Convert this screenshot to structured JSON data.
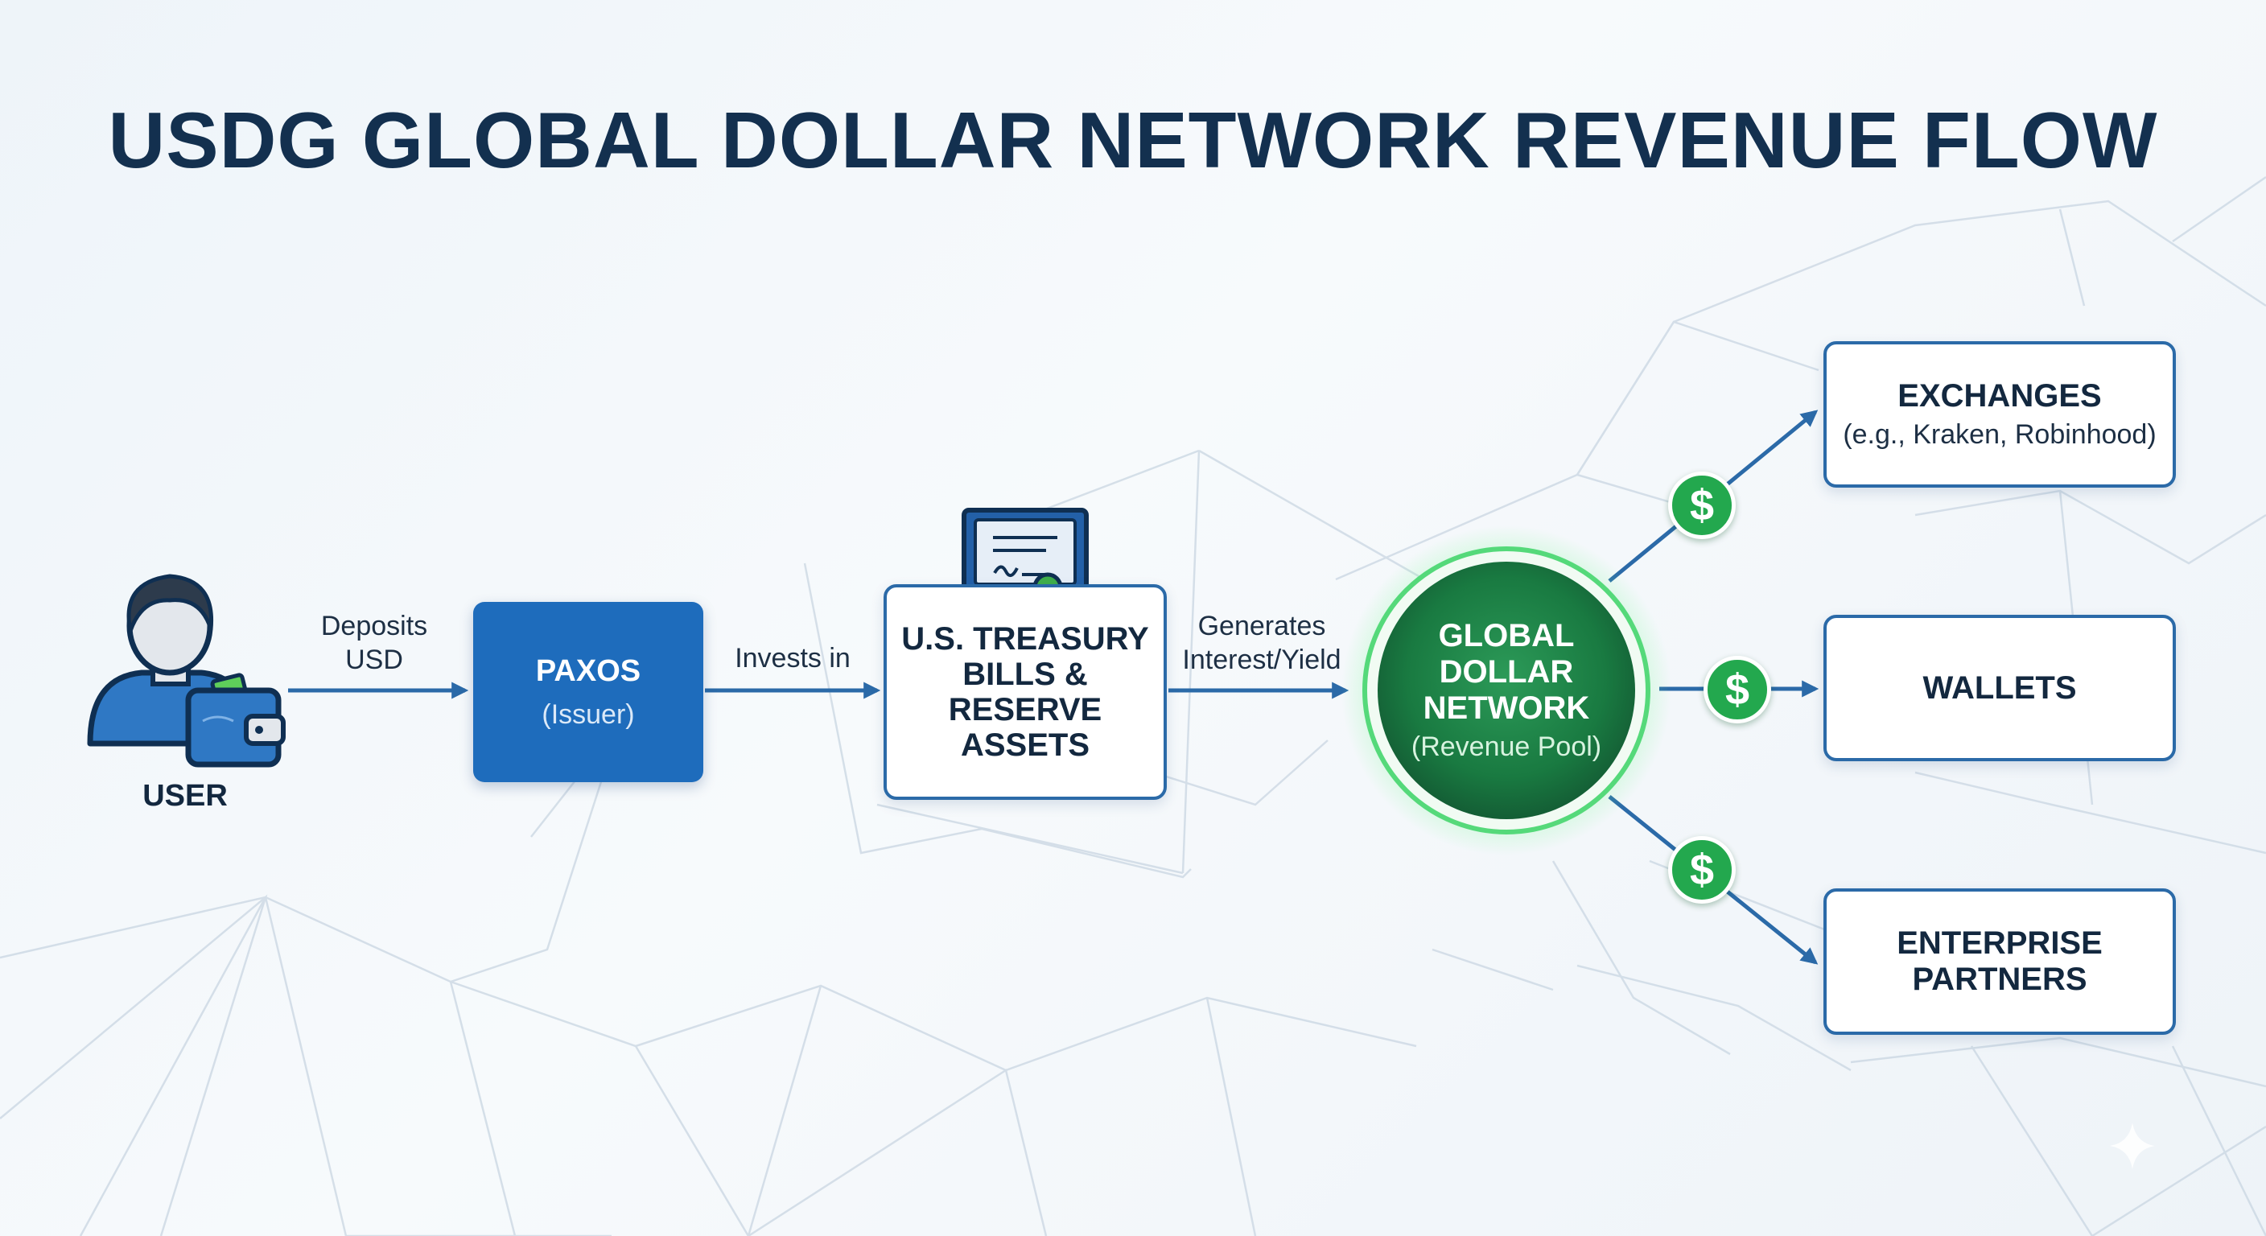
{
  "title": "USDG GLOBAL DOLLAR NETWORK REVENUE FLOW",
  "colors": {
    "navy": "#13304f",
    "accent_blue": "#2b6aa8",
    "issuer_blue": "#1e6cbc",
    "green": "#23a84e",
    "hub_dark_green": "#145e35"
  },
  "user": {
    "label": "USER",
    "icon": "user-with-wallet-icon"
  },
  "flow_labels": {
    "deposits": [
      "Deposits",
      "USD"
    ],
    "invests": "Invests in",
    "generates": [
      "Generates",
      "Interest/Yield"
    ]
  },
  "paxos": {
    "name": "PAXOS",
    "role": "(Issuer)"
  },
  "treasury": {
    "lines": [
      "U.S. TREASURY",
      "BILLS &",
      "RESERVE",
      "ASSETS"
    ],
    "icon": "certificate-icon"
  },
  "hub": {
    "lines": [
      "GLOBAL",
      "DOLLAR",
      "NETWORK"
    ],
    "sub": "(Revenue Pool)"
  },
  "coin_symbol": "$",
  "partners": {
    "exchanges": {
      "name": "EXCHANGES",
      "detail": "(e.g., Kraken, Robinhood)"
    },
    "wallets": {
      "name": "WALLETS"
    },
    "enterprise": {
      "lines": [
        "ENTERPRISE",
        "PARTNERS"
      ]
    }
  }
}
